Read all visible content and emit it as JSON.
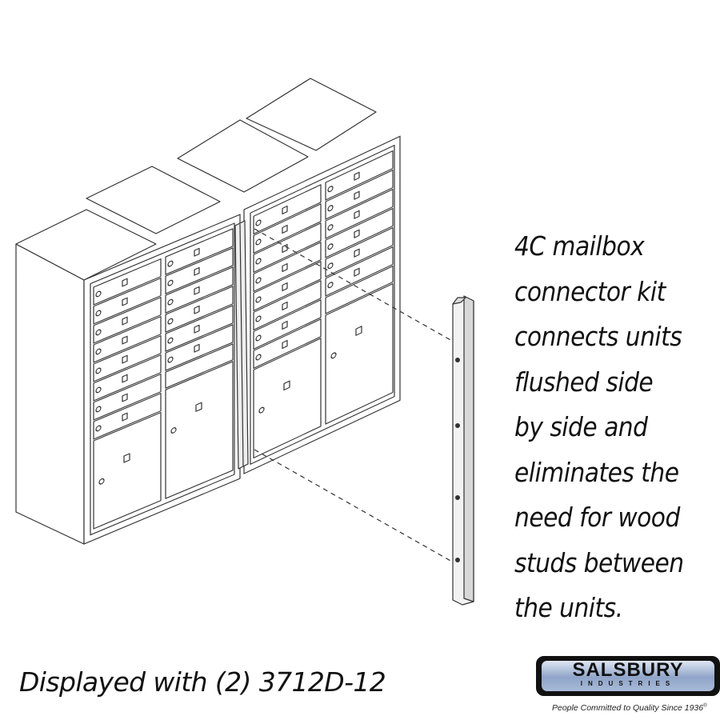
{
  "description": {
    "lines": [
      "4C mailbox",
      "connector kit",
      "connects units",
      "flushed side",
      "by side and",
      "eliminates the",
      "need for wood",
      "studs between",
      "the units."
    ]
  },
  "caption": "Displayed with (2) 3712D-12",
  "logo": {
    "name": "SALSBURY",
    "sub": "INDUSTRIES",
    "tagline": "People Committed to Quality Since 1936",
    "registered": "®",
    "colors": {
      "badge_top": "#dfe6f2",
      "badge_mid": "#8fa4c8",
      "border": "#111111"
    }
  }
}
